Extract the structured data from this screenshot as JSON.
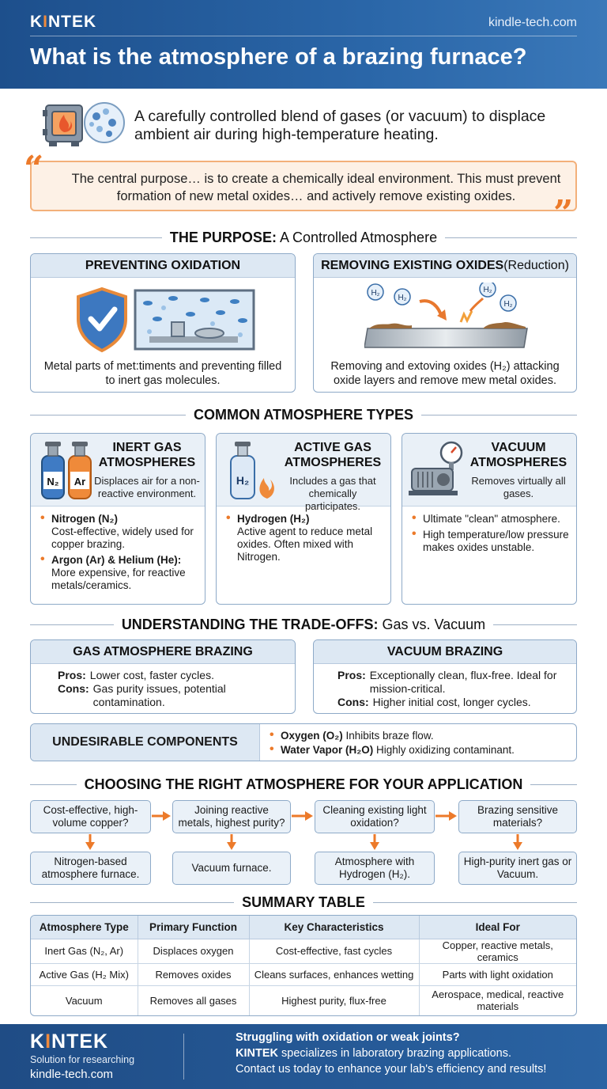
{
  "header": {
    "logo": "KINTEK",
    "site": "kindle-tech.com",
    "title": "What is the atmosphere of a brazing furnace?"
  },
  "intro": {
    "text": "A carefully controlled blend of gases (or vacuum) to displace ambient air during high-temperature heating.",
    "quote": "The central purpose… is to create a chemically ideal environment. This must prevent formation of new metal oxides… and actively remove existing oxides."
  },
  "purpose": {
    "heading_bold": "THE PURPOSE:",
    "heading_rest": " A Controlled Atmosphere",
    "left_title": "PREVENTING OXIDATION",
    "left_text": "Metal parts of met:timents and preventing filled to inert gas molecules.",
    "right_title_bold": "REMOVING EXISTING OXIDES",
    "right_title_rest": " (Reduction)",
    "right_text": "Removing and extoving oxides (H₂) attacking oxide layers and remove mew metal oxides.",
    "molecule_labels": [
      "H₂",
      "H₂",
      "H₂",
      "H₂"
    ]
  },
  "types": {
    "heading": "COMMON ATMOSPHERE TYPES",
    "inert": {
      "title": "INERT GAS ATMOSPHERES",
      "desc": "Displaces air for a non-reactive environment.",
      "cyl1": "N₂",
      "cyl2": "Ar",
      "b1_bold": "Nitrogen (N₂)",
      "b1_text": "Cost-effective, widely used for copper brazing.",
      "b2_bold": "Argon (Ar) & Helium (He):",
      "b2_text": "More expensive, for reactive metals/ceramics."
    },
    "active": {
      "title": "ACTIVE GAS ATMOSPHERES",
      "desc": "Includes a gas that chemically participates.",
      "cyl": "H₂",
      "b1_bold": "Hydrogen (H₂)",
      "b1_text": "Active agent to reduce metal oxides. Often mixed with Nitrogen."
    },
    "vacuum": {
      "title": "VACUUM ATMOSPHERES",
      "desc": "Removes virtually all gases.",
      "b1": "Ultimate \"clean\" atmosphere.",
      "b2": "High temperature/low pressure makes oxides unstable."
    }
  },
  "tradeoffs": {
    "heading_bold": "UNDERSTANDING THE TRADE-OFFS:",
    "heading_rest": " Gas vs. Vacuum",
    "gas_title": "GAS ATMOSPHERE BRAZING",
    "gas_pros_label": "Pros:",
    "gas_pros": "Lower cost, faster cycles.",
    "gas_cons_label": "Cons:",
    "gas_cons": "Gas purity issues, potential contamination.",
    "vac_title": "VACUUM BRAZING",
    "vac_pros_label": "Pros:",
    "vac_pros": "Exceptionally clean, flux-free. Ideal for mission-critical.",
    "vac_cons_label": "Cons:",
    "vac_cons": "Higher initial cost, longer cycles.",
    "undes_title": "UNDESIRABLE COMPONENTS",
    "undes_b1_bold": "Oxygen (O₂)",
    "undes_b1_text": " Inhibits braze flow.",
    "undes_b2_bold": "Water Vapor (H₂O)",
    "undes_b2_text": " Highly oxidizing contaminant."
  },
  "choosing": {
    "heading": "CHOOSING THE RIGHT ATMOSPHERE FOR YOUR APPLICATION",
    "questions": [
      "Cost-effective, high-volume copper?",
      "Joining reactive metals, highest purity?",
      "Cleaning existing light oxidation?",
      "Brazing sensitive materials?"
    ],
    "answers": [
      "Nitrogen-based atmosphere furnace.",
      "Vacuum furnace.",
      "Atmosphere with Hydrogen (H₂).",
      "High-purity inert gas or Vacuum."
    ]
  },
  "summary": {
    "heading": "SUMMARY TABLE",
    "columns": [
      "Atmosphere Type",
      "Primary Function",
      "Key Characteristics",
      "Ideal For"
    ],
    "rows": [
      [
        "Inert Gas (N₂, Ar)",
        "Displaces oxygen",
        "Cost-effective, fast cycles",
        "Copper, reactive metals, ceramics"
      ],
      [
        "Active Gas (H₂ Mix)",
        "Removes oxides",
        "Cleans surfaces, enhances wetting",
        "Parts with light oxidation"
      ],
      [
        "Vacuum",
        "Removes all gases",
        "Highest purity, flux-free",
        "Aerospace, medical, reactive materials"
      ]
    ]
  },
  "footer": {
    "logo": "KINTEK",
    "tagline": "Solution for researching",
    "site": "kindle-tech.com",
    "headline": "Struggling with oxidation or weak joints?",
    "brand": "KINTEK",
    "line2": " specializes in laboratory brazing applications.",
    "line3": "Contact us today to enhance your lab's efficiency and results!"
  },
  "colors": {
    "header_blue": "#2a66a8",
    "accent_orange": "#ec7a2a",
    "card_border": "#8eaac8",
    "card_header": "#dde8f3"
  },
  "icons": [
    "furnace-icon",
    "shield-check-icon",
    "gas-cylinder-icon",
    "flame-icon",
    "vacuum-pump-icon",
    "pressure-gauge-icon",
    "arrow-right-icon",
    "arrow-down-icon"
  ]
}
